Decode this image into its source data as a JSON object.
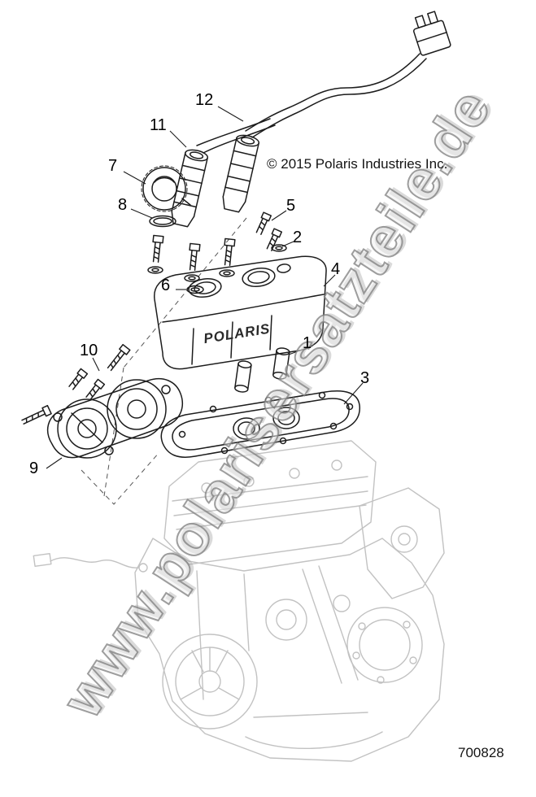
{
  "meta": {
    "copyright": "© 2015 Polaris Industries Inc.",
    "drawing_number": "700828",
    "watermark": "www.polarisersatzteile.de"
  },
  "diagram": {
    "cover_text": "POLARIS"
  },
  "callouts": [
    {
      "label": "12"
    },
    {
      "label": "11"
    },
    {
      "label": "7"
    },
    {
      "label": "8"
    },
    {
      "label": "5"
    },
    {
      "label": "2"
    },
    {
      "label": "4"
    },
    {
      "label": "6"
    },
    {
      "label": "1"
    },
    {
      "label": "10"
    },
    {
      "label": "3"
    },
    {
      "label": "9"
    }
  ]
}
